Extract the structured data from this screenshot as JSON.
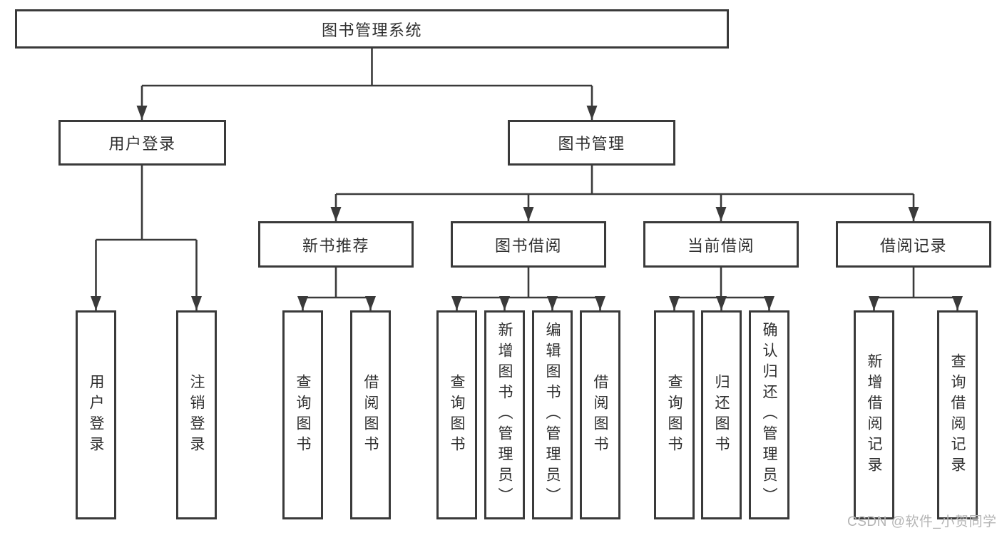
{
  "colors": {
    "line": "#3a3a3a",
    "text": "#2f2f2f",
    "watermark": "#b5b5b5",
    "bg": "#ffffff"
  },
  "watermark": {
    "text": "CSDN @软件_小贺同学"
  },
  "diagram": {
    "root": {
      "label": "图书管理系统"
    },
    "branches": [
      {
        "label": "用户登录",
        "children": [
          {
            "label": "用户登录"
          },
          {
            "label": "注销登录"
          }
        ]
      },
      {
        "label": "图书管理",
        "children": [
          {
            "label": "新书推荐",
            "children": [
              {
                "label": "查询图书"
              },
              {
                "label": "借阅图书"
              }
            ]
          },
          {
            "label": "图书借阅",
            "children": [
              {
                "label": "查询图书"
              },
              {
                "label": "新增图书（管理员）"
              },
              {
                "label": "编辑图书（管理员）"
              },
              {
                "label": "借阅图书"
              }
            ]
          },
          {
            "label": "当前借阅",
            "children": [
              {
                "label": "查询图书"
              },
              {
                "label": "归还图书"
              },
              {
                "label": "确认归还（管理员）"
              }
            ]
          },
          {
            "label": "借阅记录",
            "children": [
              {
                "label": "新增借阅记录"
              },
              {
                "label": "查询借阅记录"
              }
            ]
          }
        ]
      }
    ]
  }
}
